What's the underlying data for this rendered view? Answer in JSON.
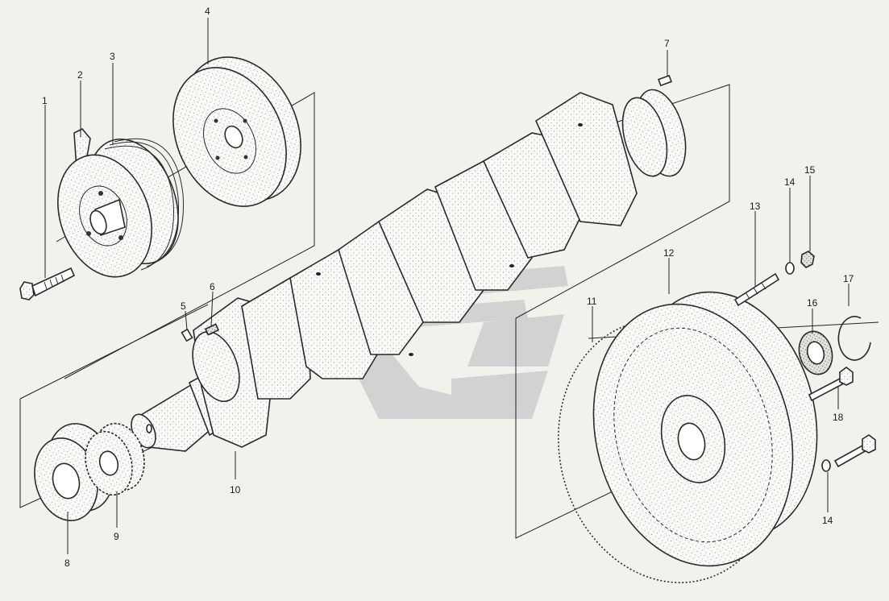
{
  "figure": {
    "type": "exploded-parts-diagram",
    "background_color": "#f3f1ec",
    "line_color": "#222222",
    "part_fill": "#ffffff",
    "stipple_color": "#6e6e6e",
    "watermark_color": "#c9ccce"
  },
  "callouts": [
    "1",
    "2",
    "3",
    "4",
    "5",
    "6",
    "7",
    "8",
    "9",
    "10",
    "11",
    "12",
    "13",
    "14",
    "15",
    "16",
    "17",
    "18",
    "14"
  ]
}
